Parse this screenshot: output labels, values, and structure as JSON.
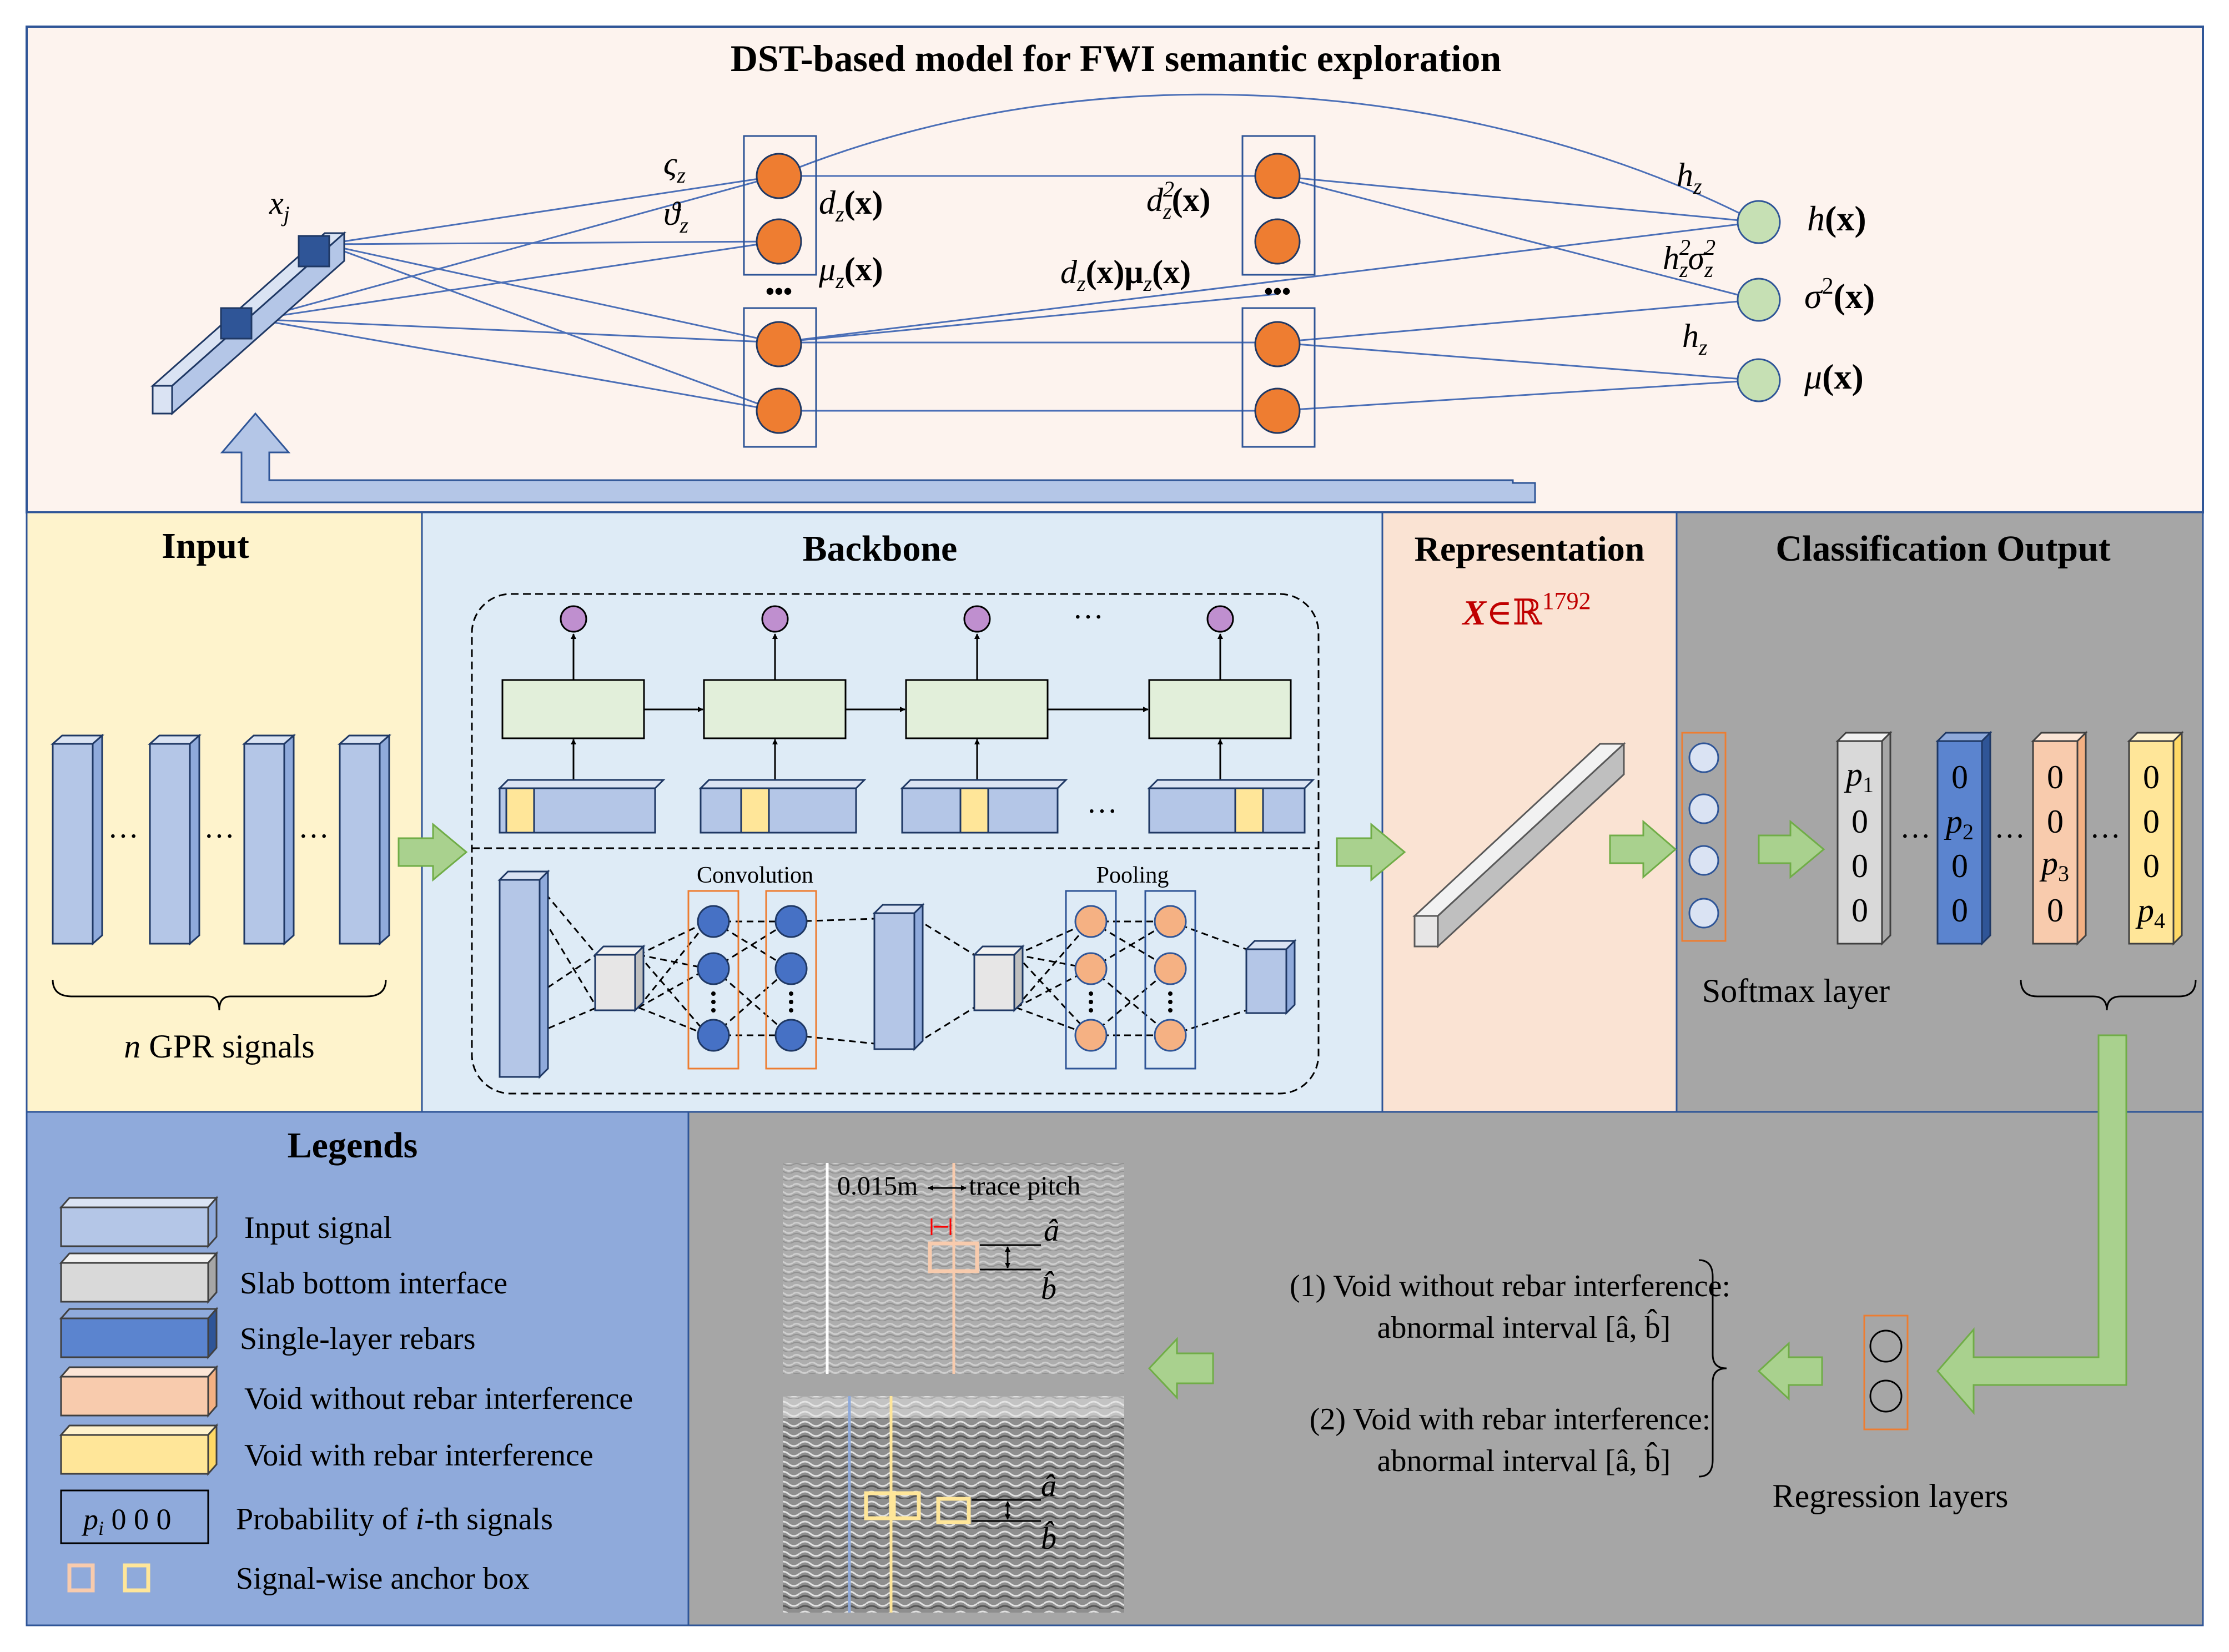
{
  "colors": {
    "top_bg": "#fdf3ee",
    "input_bg": "#fef3cc",
    "backbone_bg": "#deebf6",
    "repr_bg": "#fae3d3",
    "gray_bg": "#a7a7a7",
    "legend_bg": "#8faadb",
    "node_orange": "#ee7d31",
    "node_green": "#c6e0b4",
    "node_blue": "#4671c5",
    "node_peach": "#f5b183",
    "node_purple": "#bf8fcf",
    "arrow_green": "#a9d18e",
    "line_blue": "#4b6fb7",
    "bar_blue": "#b4c6e7",
    "bar_gray": "#d9d9d9",
    "bar_dark_blue": "#5b84cf",
    "bar_peach": "#f8cbad",
    "bar_yellow": "#ffe699",
    "repr_red": "#c00000"
  },
  "top": {
    "title": "DST-based model for FWI semantic exploration",
    "labels": {
      "xj": "x",
      "xj_sub": "j",
      "sz": "ς",
      "sz_sub": "z",
      "tz": "ϑ",
      "tz_sub": "z",
      "dz": "d",
      "dz_sub": "z",
      "dz_arg": "(x)",
      "muz": "μ",
      "muz_sub": "z",
      "muz_arg": "(x)",
      "dz2": "d",
      "dz2_sup": "2",
      "dz2_sub": "z",
      "dz2_arg": "(x)",
      "dzmuz": "d",
      "dzmuz_sub": "z",
      "dzmuz_mid": "(x)μ",
      "dzmuz_sub2": "z",
      "dzmuz_arg": "(x)",
      "ellipsis": "•••",
      "hz": "h",
      "hz_sub": "z",
      "hz2": "h",
      "hz2_sup": "2",
      "hz2_sub": "z",
      "sigz": "σ",
      "sigz_sup": "2",
      "sigz_sub": "z",
      "hz3": "h",
      "hz3_sub": "z",
      "out_h": "h",
      "out_h_arg": "(x)",
      "out_s": "σ",
      "out_s_sup": "2",
      "out_s_arg": "(x)",
      "out_m": "μ",
      "out_m_arg": "(x)"
    }
  },
  "sections": {
    "input_title": "Input",
    "input_dots": "···",
    "input_caption_n": "n",
    "input_caption": " GPR signals",
    "backbone_title": "Backbone",
    "backbone_dots": "···",
    "convolution": "Convolution",
    "pooling": "Pooling",
    "repr_title": "Representation",
    "repr_X": "X",
    "repr_in": "∈ℝ",
    "repr_dim": "1792",
    "class_title": "Classification Output",
    "softmax": "Softmax layer",
    "class_dots": "···"
  },
  "classification": {
    "p1": {
      "sym": "p",
      "sub": "1",
      "zeros": [
        "0",
        "0",
        "0"
      ]
    },
    "p2": {
      "top": "0",
      "sym": "p",
      "sub": "2",
      "rest": [
        "0",
        "0"
      ]
    },
    "p3": {
      "top": [
        "0",
        "0"
      ],
      "sym": "p",
      "sub": "3",
      "rest": "0"
    },
    "p4": {
      "top": [
        "0",
        "0",
        "0"
      ],
      "sym": "p",
      "sub": "4"
    }
  },
  "legend": {
    "title": "Legends",
    "items": [
      "Input signal",
      "Slab bottom interface",
      "Single-layer rebars",
      "Void without rebar interference",
      "Void with rebar interference"
    ],
    "prob_box_p": "p",
    "prob_box_i": "i",
    "prob_box_zeros": " 0 0 0",
    "prob_label_a": "Probability of ",
    "prob_label_i": "i",
    "prob_label_b": "-th signals",
    "anchor_label": "Signal-wise anchor box"
  },
  "regression": {
    "trace_label": "0.015m",
    "trace_pitch": "trace pitch",
    "a_hat": "â",
    "b_hat": "b̂",
    "case1_line1": "(1) Void without rebar interference:",
    "case1_line2": "abnormal interval [â, b̂]",
    "case2_line1": "(2) Void with rebar interference:",
    "case2_line2": "abnormal interval [â, b̂]",
    "regression_label": "Regression layers"
  }
}
